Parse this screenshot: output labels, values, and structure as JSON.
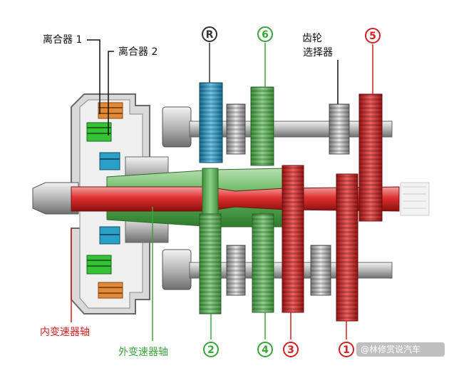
{
  "labels": {
    "clutch1": "离合器 1",
    "clutch2": "离合器 2",
    "gear_selector_line1": "齿轮",
    "gear_selector_line2": "选择器",
    "inner_shaft": "内变速器轴",
    "outer_shaft": "外变速器轴"
  },
  "gears_top": [
    "R",
    "6",
    "5"
  ],
  "gears_bottom": [
    "2",
    "4",
    "3",
    "1"
  ],
  "watermark": "@林修赏说汽车",
  "colors": {
    "red": "#d42020",
    "green": "#3aa53a",
    "blue": "#2a9fc8",
    "grey": "#b8b8b8",
    "housing": "#9a9a9a",
    "orange": "#e08a3a",
    "bright_green": "#36c236"
  }
}
